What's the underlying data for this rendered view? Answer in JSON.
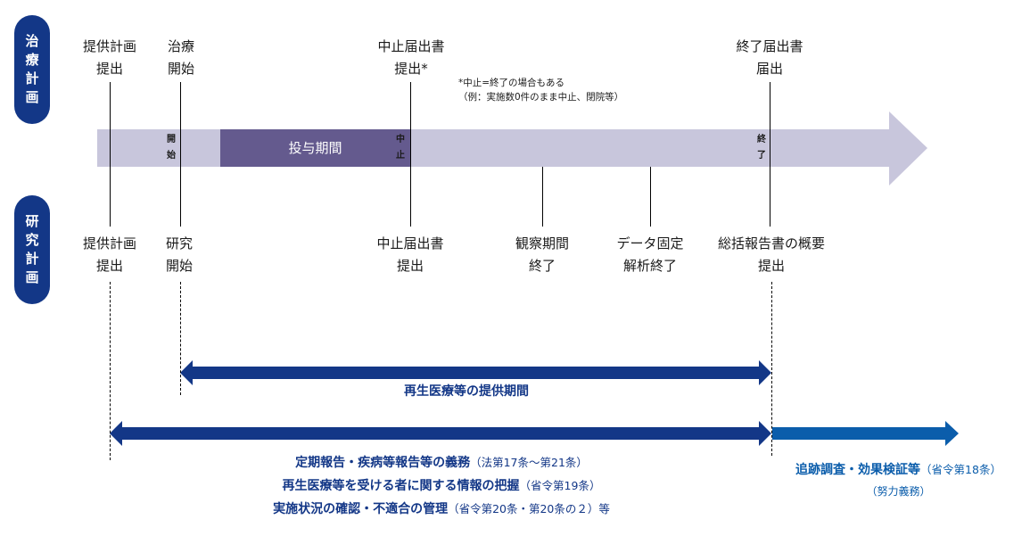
{
  "rows": {
    "treatment_plan_label": [
      "治",
      "療",
      "計",
      "画"
    ],
    "research_plan_label": [
      "研",
      "究",
      "計",
      "画"
    ]
  },
  "timeline_bar": {
    "administration_period": "投与期間",
    "start_mark": [
      "開",
      "始"
    ],
    "stop_mark": [
      "中",
      "止"
    ],
    "end_mark": [
      "終",
      "了"
    ]
  },
  "treatment_events": {
    "plan_submit": [
      "提供計画",
      "提出"
    ],
    "treatment_start": [
      "治療",
      "開始"
    ],
    "stop_notice": [
      "中止届出書",
      "提出*"
    ],
    "end_notice": [
      "終了届出書",
      "届出"
    ]
  },
  "note": {
    "line1": "*中止=終了の場合もある",
    "line2": "（例：実施数0件のまま中止、閉院等）"
  },
  "research_events": {
    "plan_submit": [
      "提供計画",
      "提出"
    ],
    "research_start": [
      "研究",
      "開始"
    ],
    "stop_notice": [
      "中止届出書",
      "提出"
    ],
    "observation_end": [
      "観察期間",
      "終了"
    ],
    "data_lock": [
      "データ固定",
      "解析終了"
    ],
    "summary_report": [
      "総括報告書の概要",
      "提出"
    ]
  },
  "periods": {
    "provision_period": "再生医療等の提供期間",
    "obligations": [
      {
        "main": "定期報告・疾病等報告等の義務",
        "paren": "（法第17条～第21条）",
        "suffix": ""
      },
      {
        "main": "再生医療等を受ける者に関する情報の把握",
        "paren": "（省令第19条）",
        "suffix": ""
      },
      {
        "main": "実施状況の確認・不適合の管理",
        "paren": "（省令第20条・第20条の２）",
        "suffix": "等"
      }
    ],
    "follow_up": {
      "main": "追跡調査・効果検証等",
      "paren": "（省令第18条）",
      "sub": "（努力義務）"
    }
  },
  "colors": {
    "navy": "#133787",
    "bar_light": "#c8c6dc",
    "bar_dark": "#645a8e",
    "follow_blue": "#0b5dab"
  }
}
